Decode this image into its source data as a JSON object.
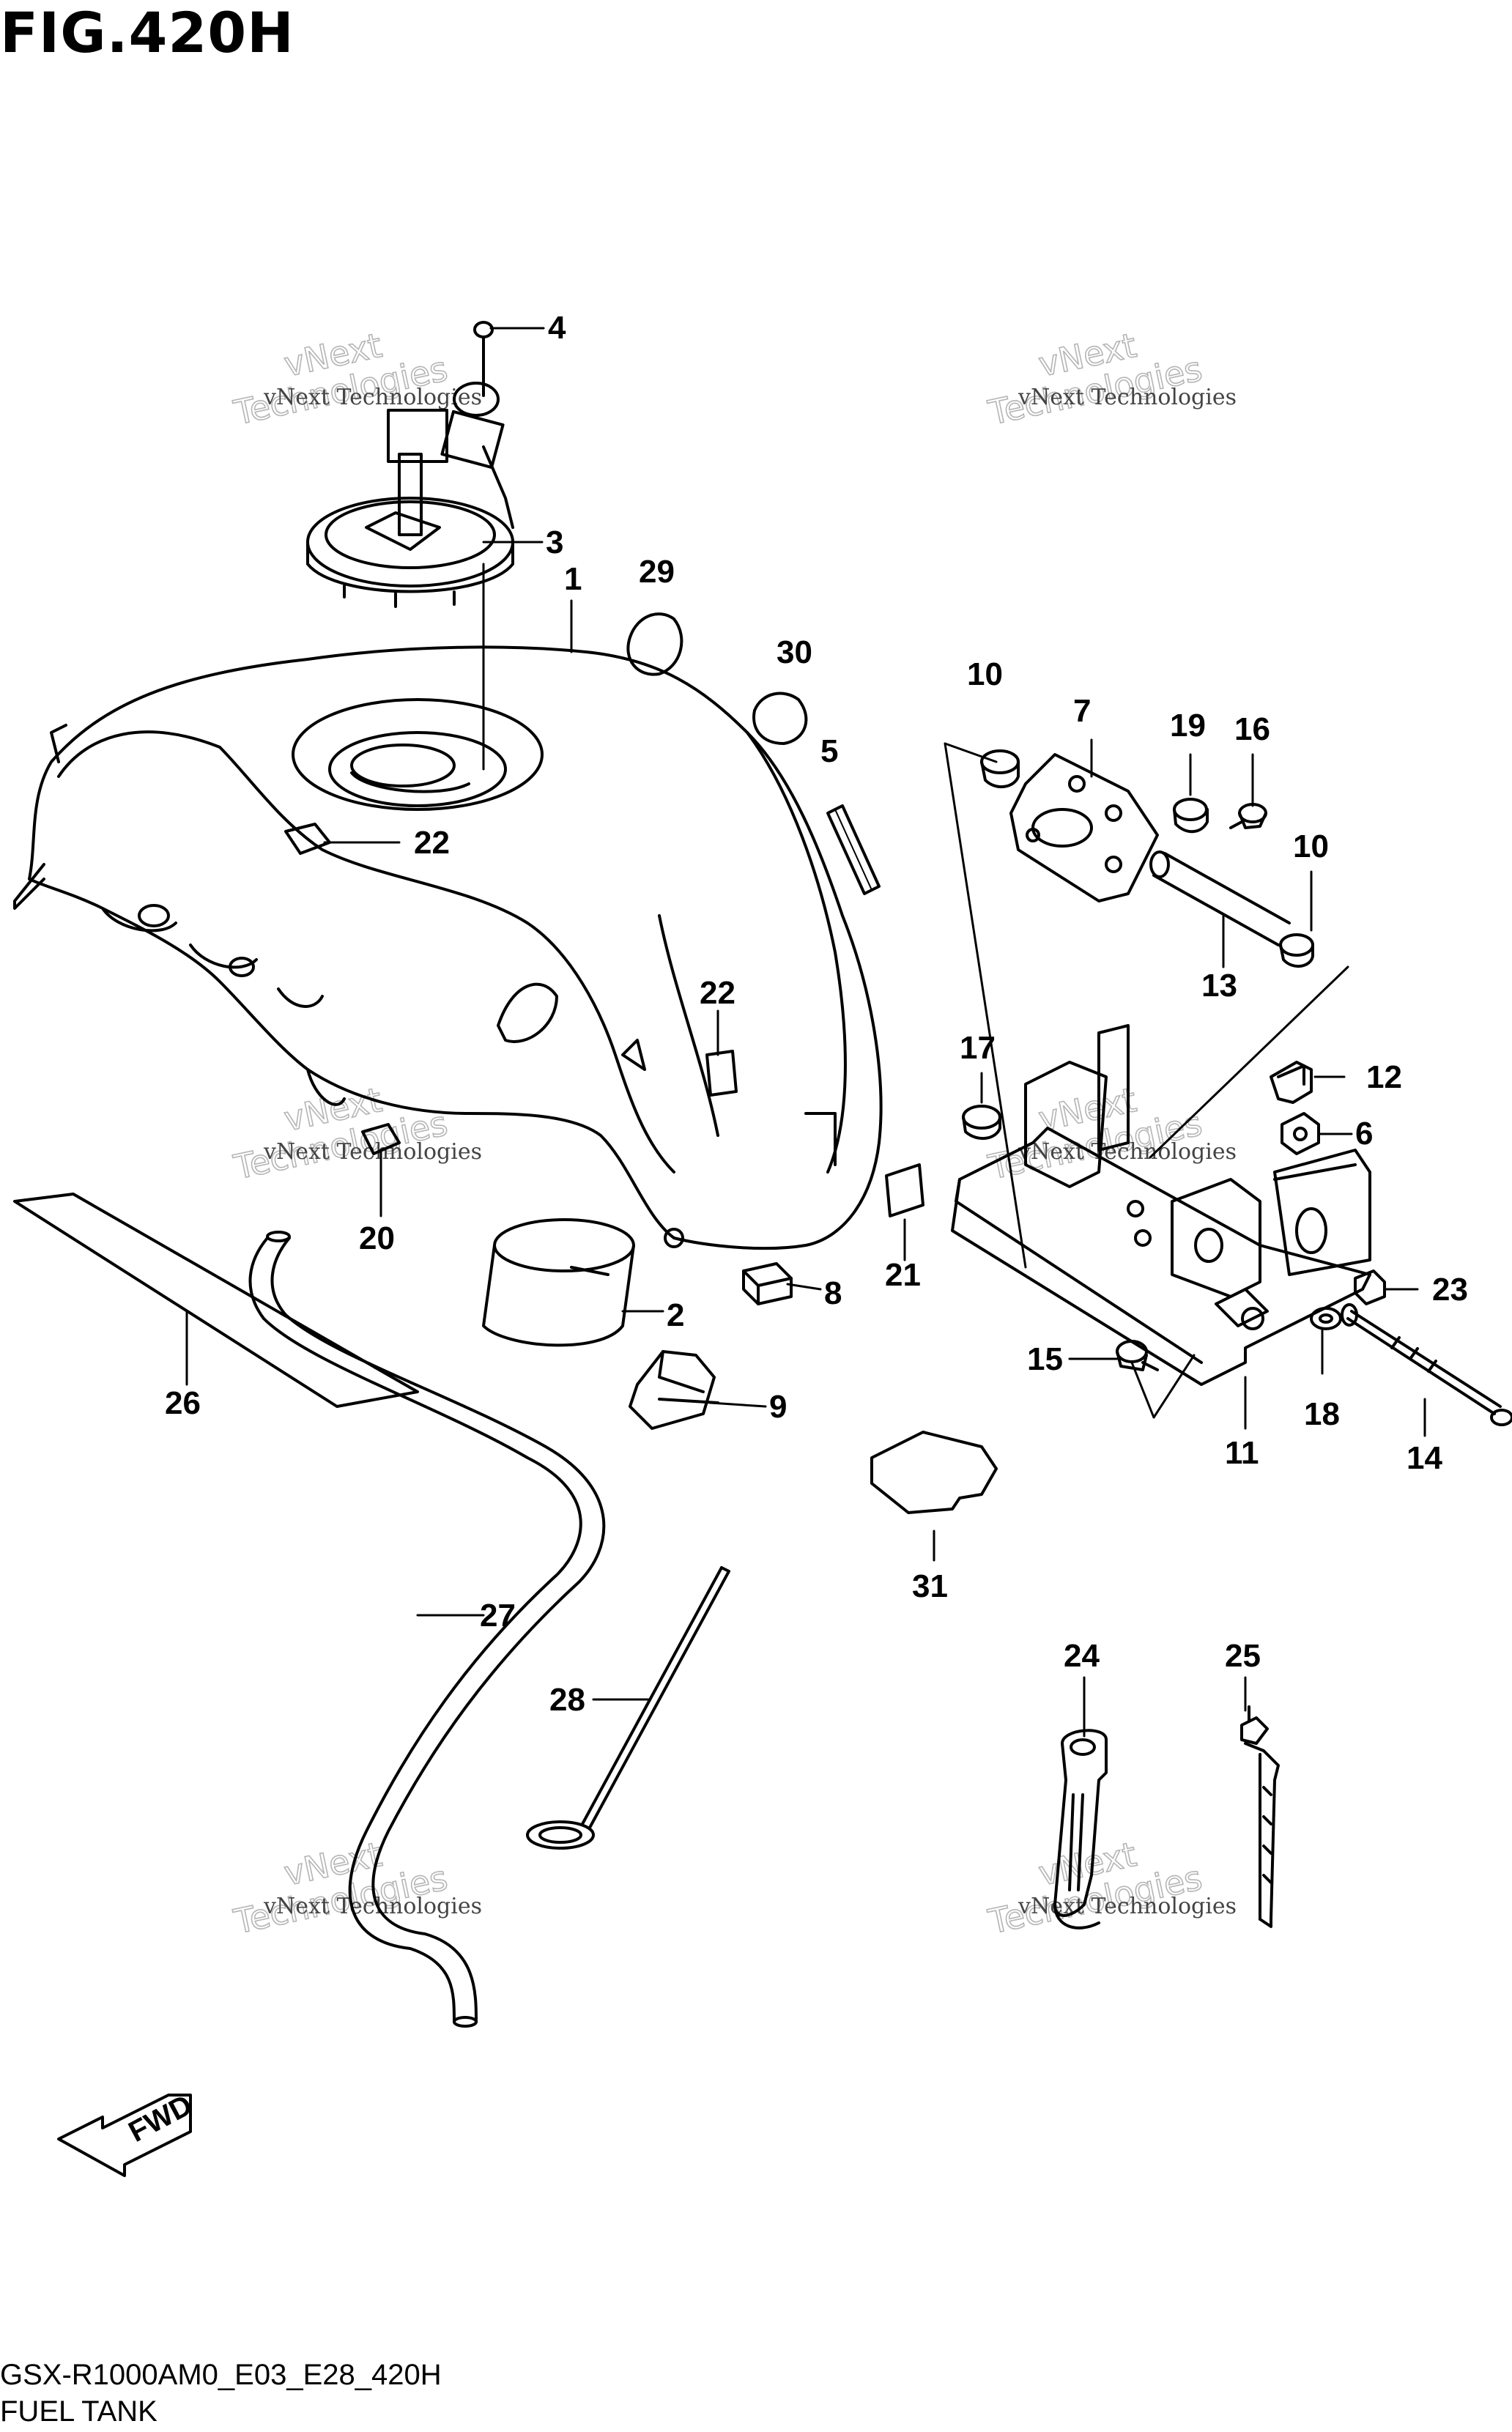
{
  "figure": {
    "title": "FIG.420H",
    "model_code": "GSX-R1000AM0_E03_E28_420H",
    "section_name": "FUEL TANK",
    "direction_label": "FWD"
  },
  "watermark": {
    "company_line": "vNext Technologies",
    "word_1": "vNext",
    "word_2": "Technologies"
  },
  "callouts": [
    {
      "id": "c1",
      "label": "1"
    },
    {
      "id": "c2",
      "label": "2"
    },
    {
      "id": "c3",
      "label": "3"
    },
    {
      "id": "c4",
      "label": "4"
    },
    {
      "id": "c5",
      "label": "5"
    },
    {
      "id": "c6",
      "label": "6"
    },
    {
      "id": "c7",
      "label": "7"
    },
    {
      "id": "c8",
      "label": "8"
    },
    {
      "id": "c9",
      "label": "9"
    },
    {
      "id": "c10a",
      "label": "10"
    },
    {
      "id": "c10b",
      "label": "10"
    },
    {
      "id": "c11",
      "label": "11"
    },
    {
      "id": "c12",
      "label": "12"
    },
    {
      "id": "c13",
      "label": "13"
    },
    {
      "id": "c14",
      "label": "14"
    },
    {
      "id": "c15",
      "label": "15"
    },
    {
      "id": "c16",
      "label": "16"
    },
    {
      "id": "c17",
      "label": "17"
    },
    {
      "id": "c18",
      "label": "18"
    },
    {
      "id": "c19",
      "label": "19"
    },
    {
      "id": "c20",
      "label": "20"
    },
    {
      "id": "c21",
      "label": "21"
    },
    {
      "id": "c22a",
      "label": "22"
    },
    {
      "id": "c22b",
      "label": "22"
    },
    {
      "id": "c23",
      "label": "23"
    },
    {
      "id": "c24",
      "label": "24"
    },
    {
      "id": "c25",
      "label": "25"
    },
    {
      "id": "c26",
      "label": "26"
    },
    {
      "id": "c27",
      "label": "27"
    },
    {
      "id": "c28",
      "label": "28"
    },
    {
      "id": "c29",
      "label": "29"
    },
    {
      "id": "c30",
      "label": "30"
    },
    {
      "id": "c31",
      "label": "31"
    }
  ]
}
